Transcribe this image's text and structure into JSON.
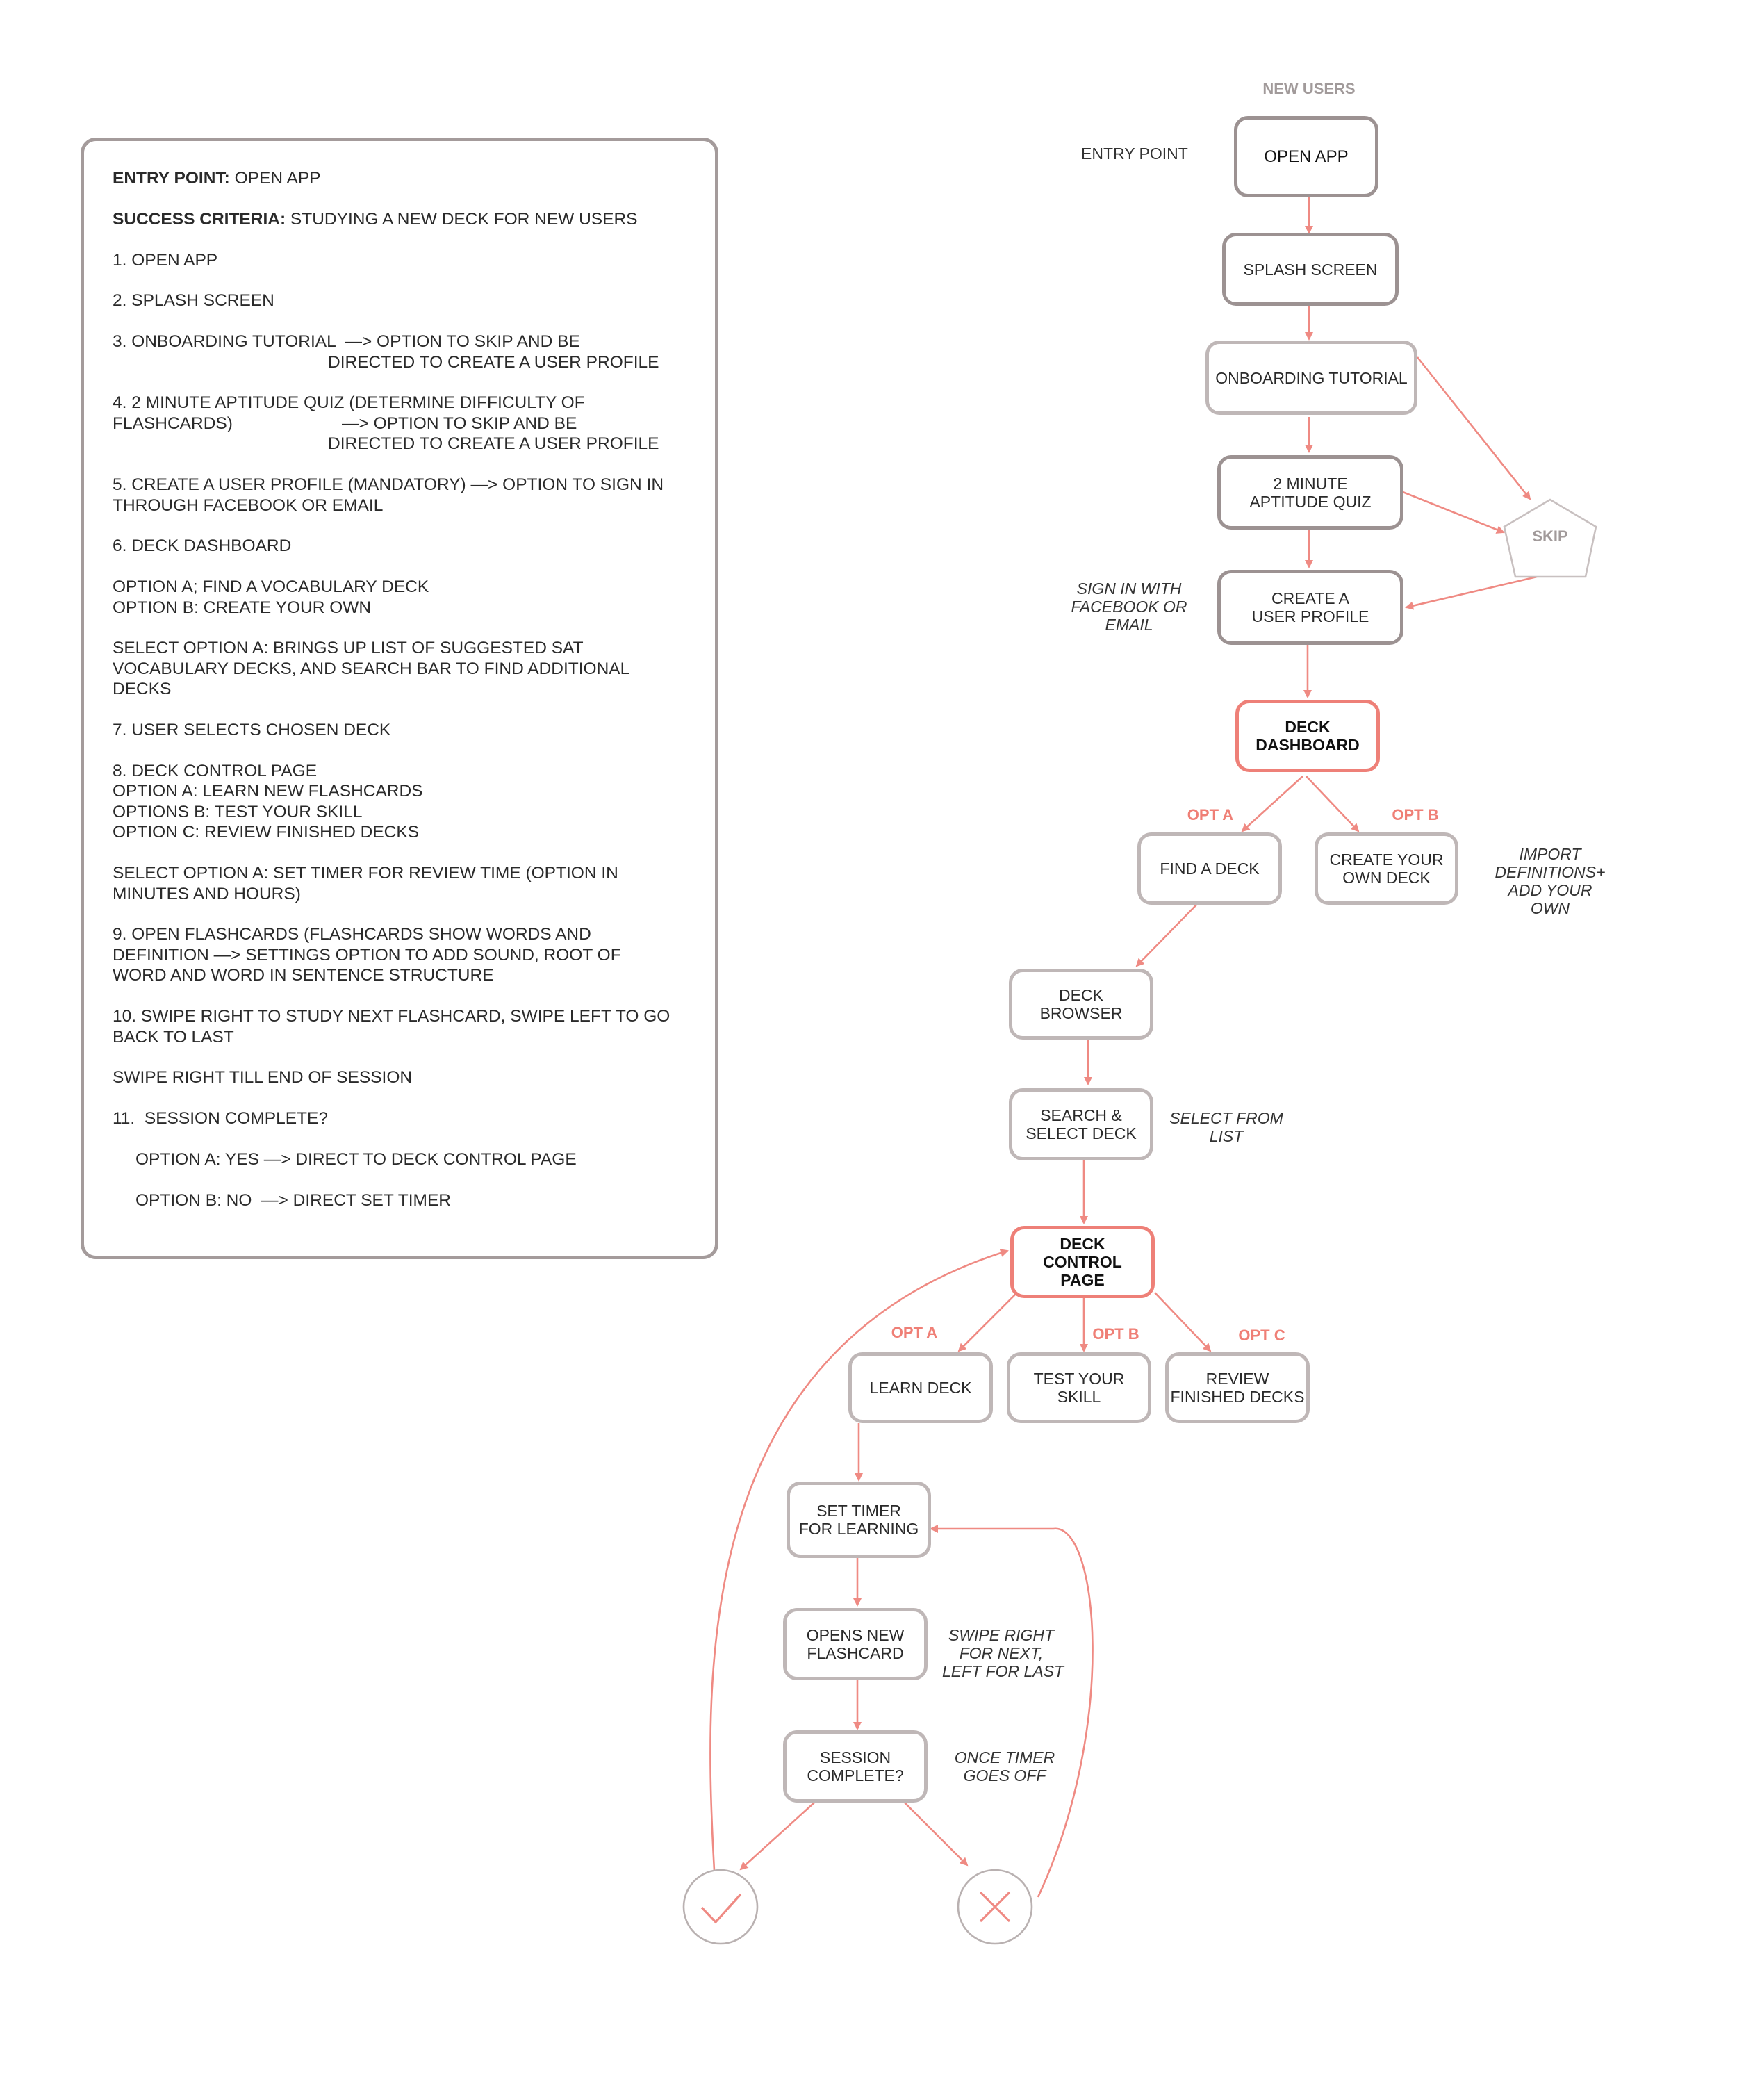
{
  "steps": {
    "entry_label": "ENTRY POINT:",
    "entry_value": " OPEN APP",
    "success_label": "SUCCESS CRITERIA:",
    "success_value": " STUDYING A NEW DECK FOR NEW USERS",
    "s1": "1. OPEN APP",
    "s2": "2. SPLASH SCREEN",
    "s3a": "3. ONBOARDING TUTORIAL  —> OPTION TO SKIP AND BE",
    "s3b": "DIRECTED TO CREATE A USER PROFILE",
    "s4a": "4. 2 MINUTE APTITUDE QUIZ (DETERMINE DIFFICULTY OF",
    "s4b": "FLASHCARDS)",
    "s4c": "—> OPTION TO SKIP AND BE",
    "s4d": "DIRECTED TO CREATE A USER PROFILE",
    "s5a": "5. CREATE A USER PROFILE (MANDATORY) —> OPTION TO SIGN IN",
    "s5b": "THROUGH FACEBOOK OR EMAIL",
    "s6": "6. DECK DASHBOARD",
    "optA": "OPTION A; FIND A VOCABULARY DECK",
    "optB": "OPTION B: CREATE YOUR OWN",
    "selA1": "SELECT OPTION A: BRINGS UP LIST OF SUGGESTED SAT",
    "selA2": "VOCABULARY DECKS, AND SEARCH BAR TO FIND ADDITIONAL",
    "selA3": "DECKS",
    "s7": "7. USER SELECTS CHOSEN DECK",
    "s8": "8. DECK CONTROL PAGE",
    "s8a": "OPTION A: LEARN NEW FLASHCARDS",
    "s8b": "OPTIONS B: TEST YOUR SKILL",
    "s8c": "OPTION C: REVIEW FINISHED DECKS",
    "timer1": "SELECT OPTION A: SET TIMER FOR REVIEW TIME (OPTION IN",
    "timer2": "MINUTES AND HOURS)",
    "s9a": "9. OPEN FLASHCARDS (FLASHCARDS SHOW WORDS AND",
    "s9b": "DEFINITION —> SETTINGS OPTION TO ADD SOUND, ROOT OF",
    "s9c": "WORD AND WORD IN SENTENCE STRUCTURE",
    "s10a": "10. SWIPE RIGHT TO STUDY NEXT FLASHCARD, SWIPE LEFT TO GO",
    "s10b": "BACK TO LAST",
    "swipe": "SWIPE RIGHT TILL END OF SESSION",
    "s11": "11.  SESSION COMPLETE?",
    "s11a": "OPTION A: YES —> DIRECT TO DECK CONTROL PAGE",
    "s11b": "OPTION B: NO  —> DIRECT SET TIMER"
  },
  "flow": {
    "header": "NEW USERS",
    "entry_point": "ENTRY POINT",
    "open_app": "OPEN APP",
    "splash": "SPLASH SCREEN",
    "onboarding": "ONBOARDING TUTORIAL",
    "quiz": "2 MINUTE\nAPTITUDE QUIZ",
    "skip": "SKIP",
    "profile": "CREATE A\nUSER PROFILE",
    "signin_note": "SIGN IN WITH\nFACEBOOK OR\nEMAIL",
    "dashboard": "DECK\nDASHBOARD",
    "opt_a": "OPT A",
    "opt_b": "OPT B",
    "opt_c": "OPT C",
    "find_deck": "FIND A DECK",
    "create_deck": "CREATE YOUR\nOWN DECK",
    "import_note": "IMPORT\nDEFINITIONS+\nADD YOUR\nOWN",
    "browser": "DECK\nBROWSER",
    "search": "SEARCH &\nSELECT DECK",
    "select_note": "SELECT FROM\nLIST",
    "control": "DECK\nCONTROL\nPAGE",
    "learn": "LEARN DECK",
    "test": "TEST YOUR\nSKILL",
    "review": "REVIEW\nFINISHED DECKS",
    "timer": "SET TIMER\nFOR LEARNING",
    "flashcard": "OPENS NEW\nFLASHCARD",
    "swipe_note": "SWIPE RIGHT\nFOR NEXT,\nLEFT FOR LAST",
    "session": "SESSION\nCOMPLETE?",
    "timer_note": "ONCE TIMER\nGOES OFF"
  },
  "colors": {
    "accent": "#ee8078",
    "arrow": "#ef8a83",
    "border_light": "#bfb7b7",
    "border_dark": "#9c9292",
    "panel_border": "#a49b9b",
    "header_grey": "#a19a9a"
  },
  "icons": {
    "yes": "check-mark-icon",
    "no": "x-mark-icon",
    "skip": "pentagon-shape"
  }
}
